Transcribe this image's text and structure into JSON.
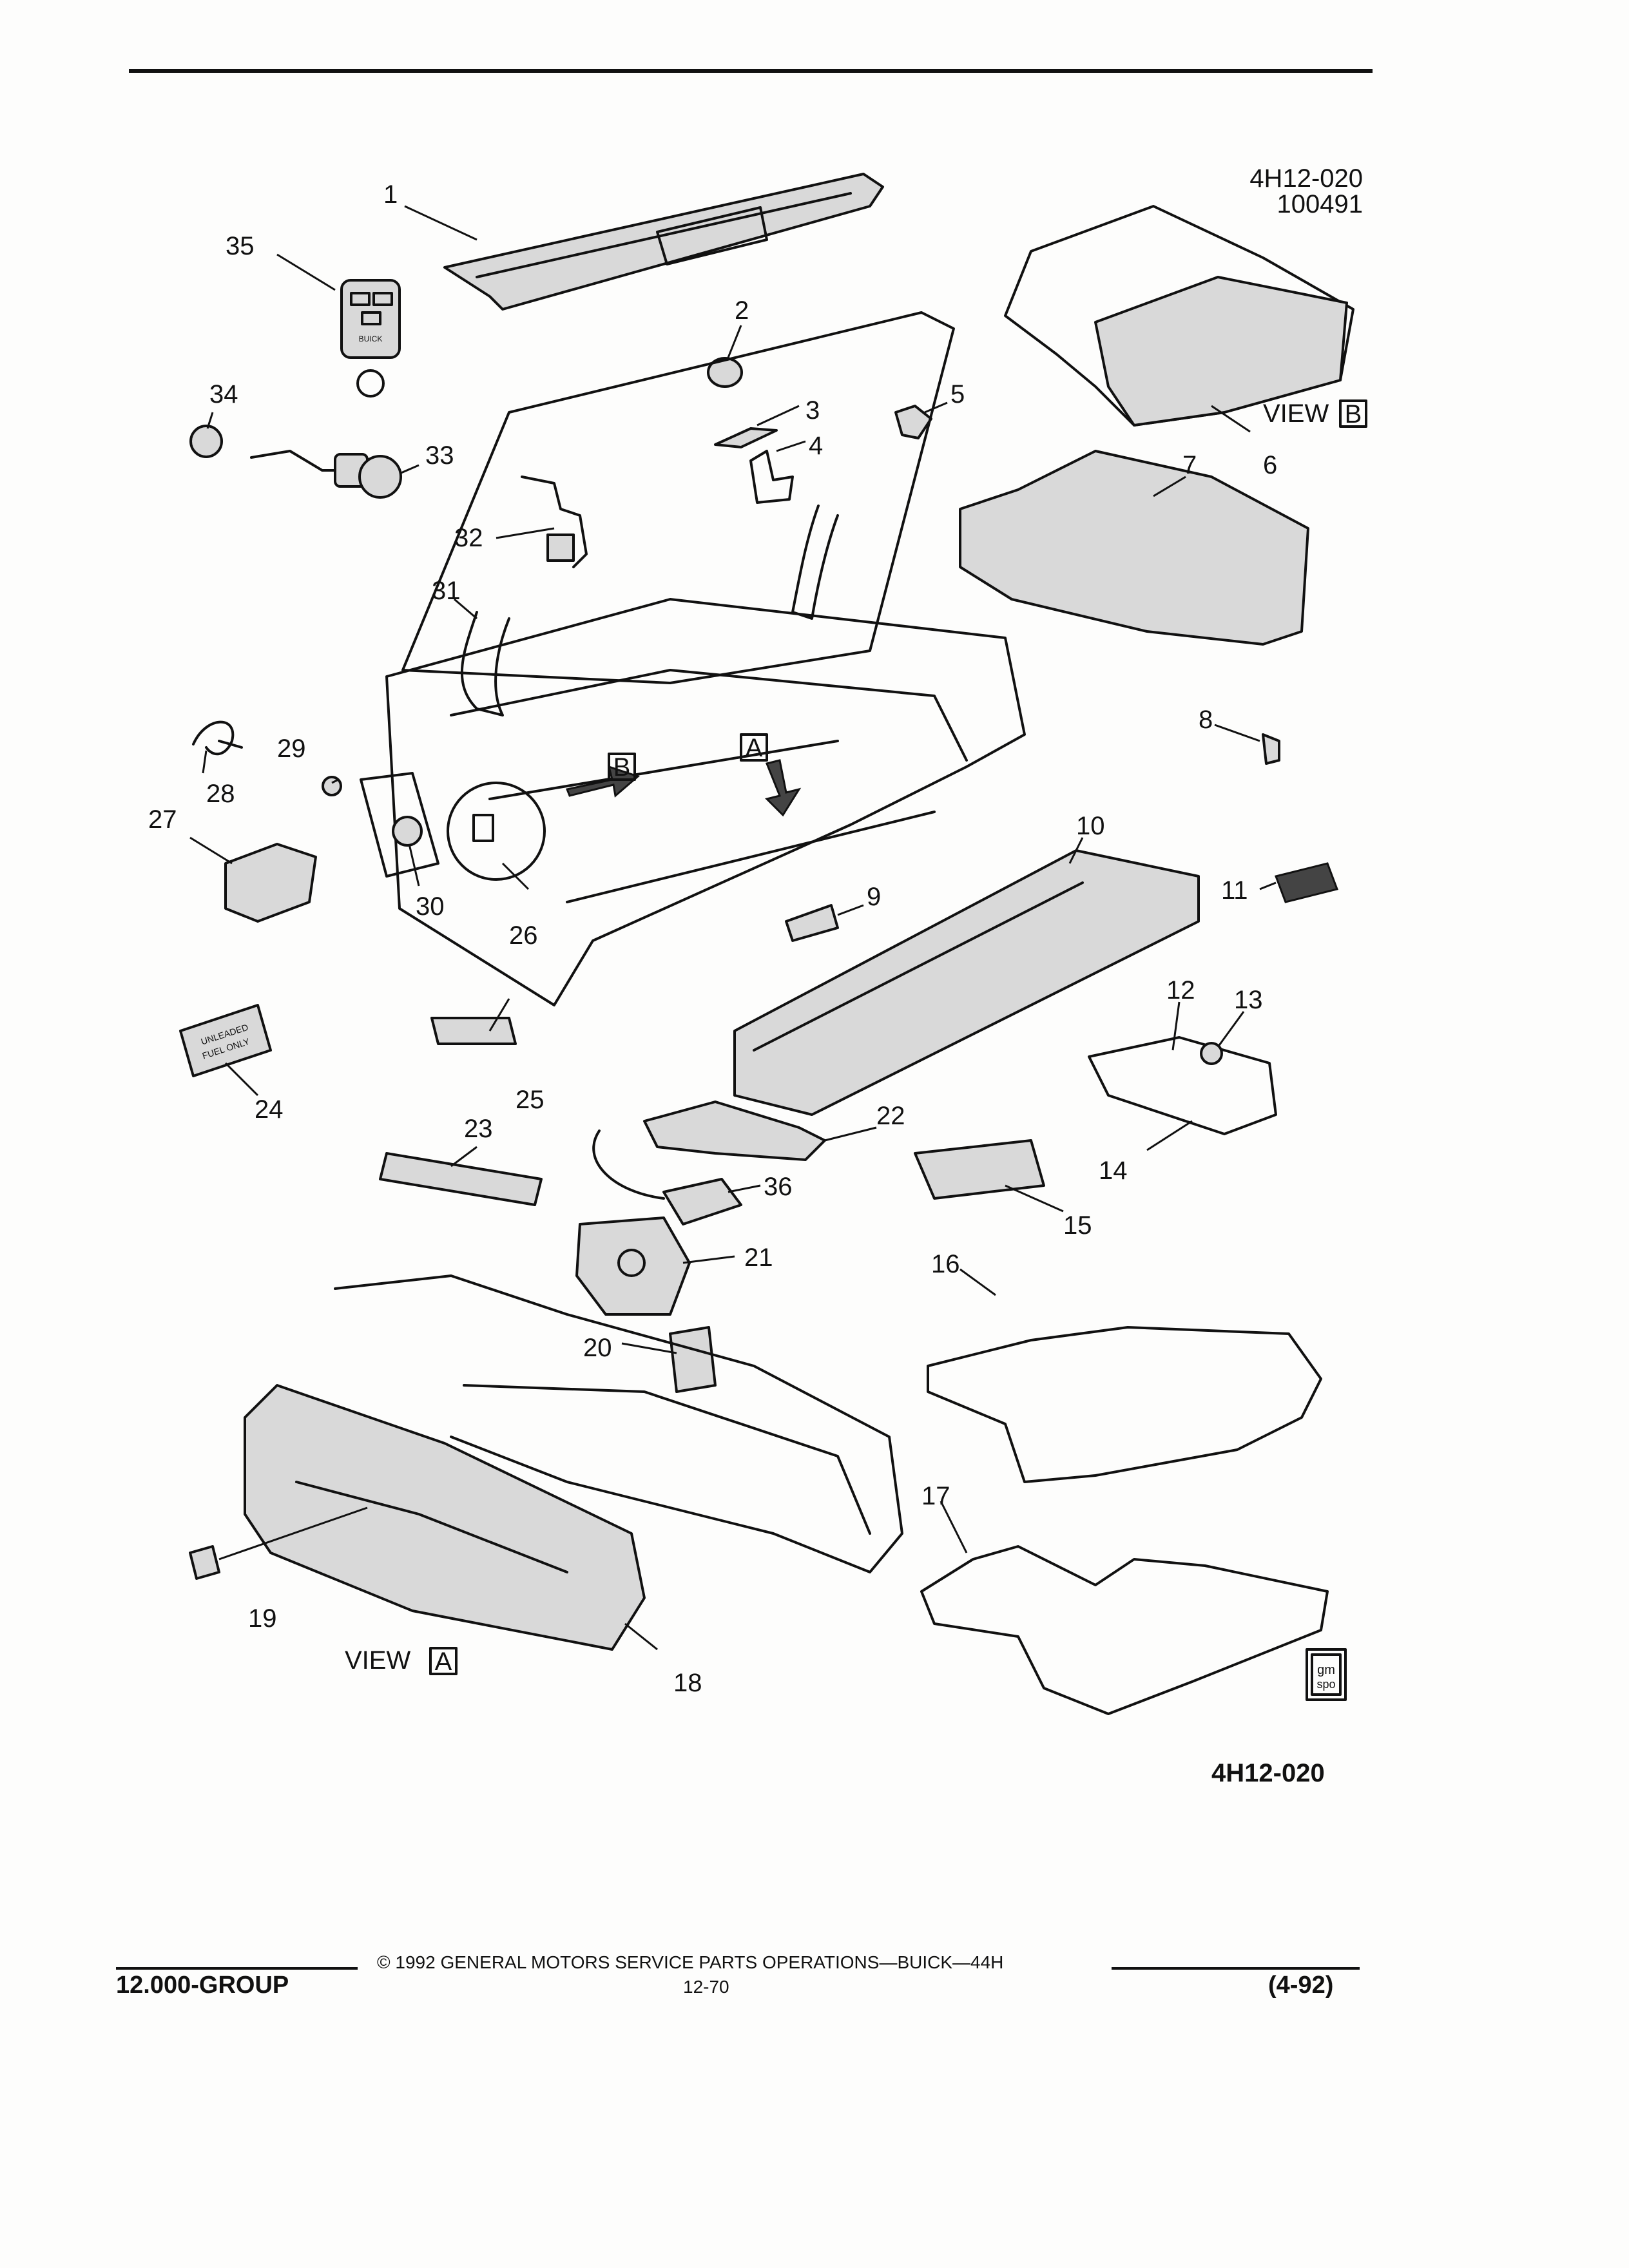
{
  "header": {
    "figure_id": "4H12-020",
    "date_code": "100491"
  },
  "views": {
    "view_a_label": "VIEW",
    "view_a_letter": "A",
    "view_b_label": "VIEW",
    "view_b_letter": "B",
    "arrow_a_letter": "A",
    "arrow_b_letter": "B"
  },
  "callouts": [
    "1",
    "2",
    "3",
    "4",
    "5",
    "6",
    "7",
    "8",
    "9",
    "10",
    "11",
    "12",
    "13",
    "14",
    "15",
    "16",
    "17",
    "18",
    "19",
    "20",
    "21",
    "22",
    "23",
    "24",
    "25",
    "26",
    "27",
    "28",
    "29",
    "30",
    "31",
    "32",
    "33",
    "34",
    "35",
    "36"
  ],
  "figure_ref_bottom": "4H12-020",
  "badge": {
    "line1": "gm",
    "line2": "spo"
  },
  "key_fob_text": "BUICK",
  "decal_text": {
    "line1": "UNLEADED",
    "line2": "FUEL ONLY"
  },
  "footer": {
    "group": "12.000-GROUP",
    "copyright": "© 1992 GENERAL MOTORS SERVICE PARTS OPERATIONS—BUICK—44H",
    "page": "12-70",
    "date": "(4-92)"
  }
}
